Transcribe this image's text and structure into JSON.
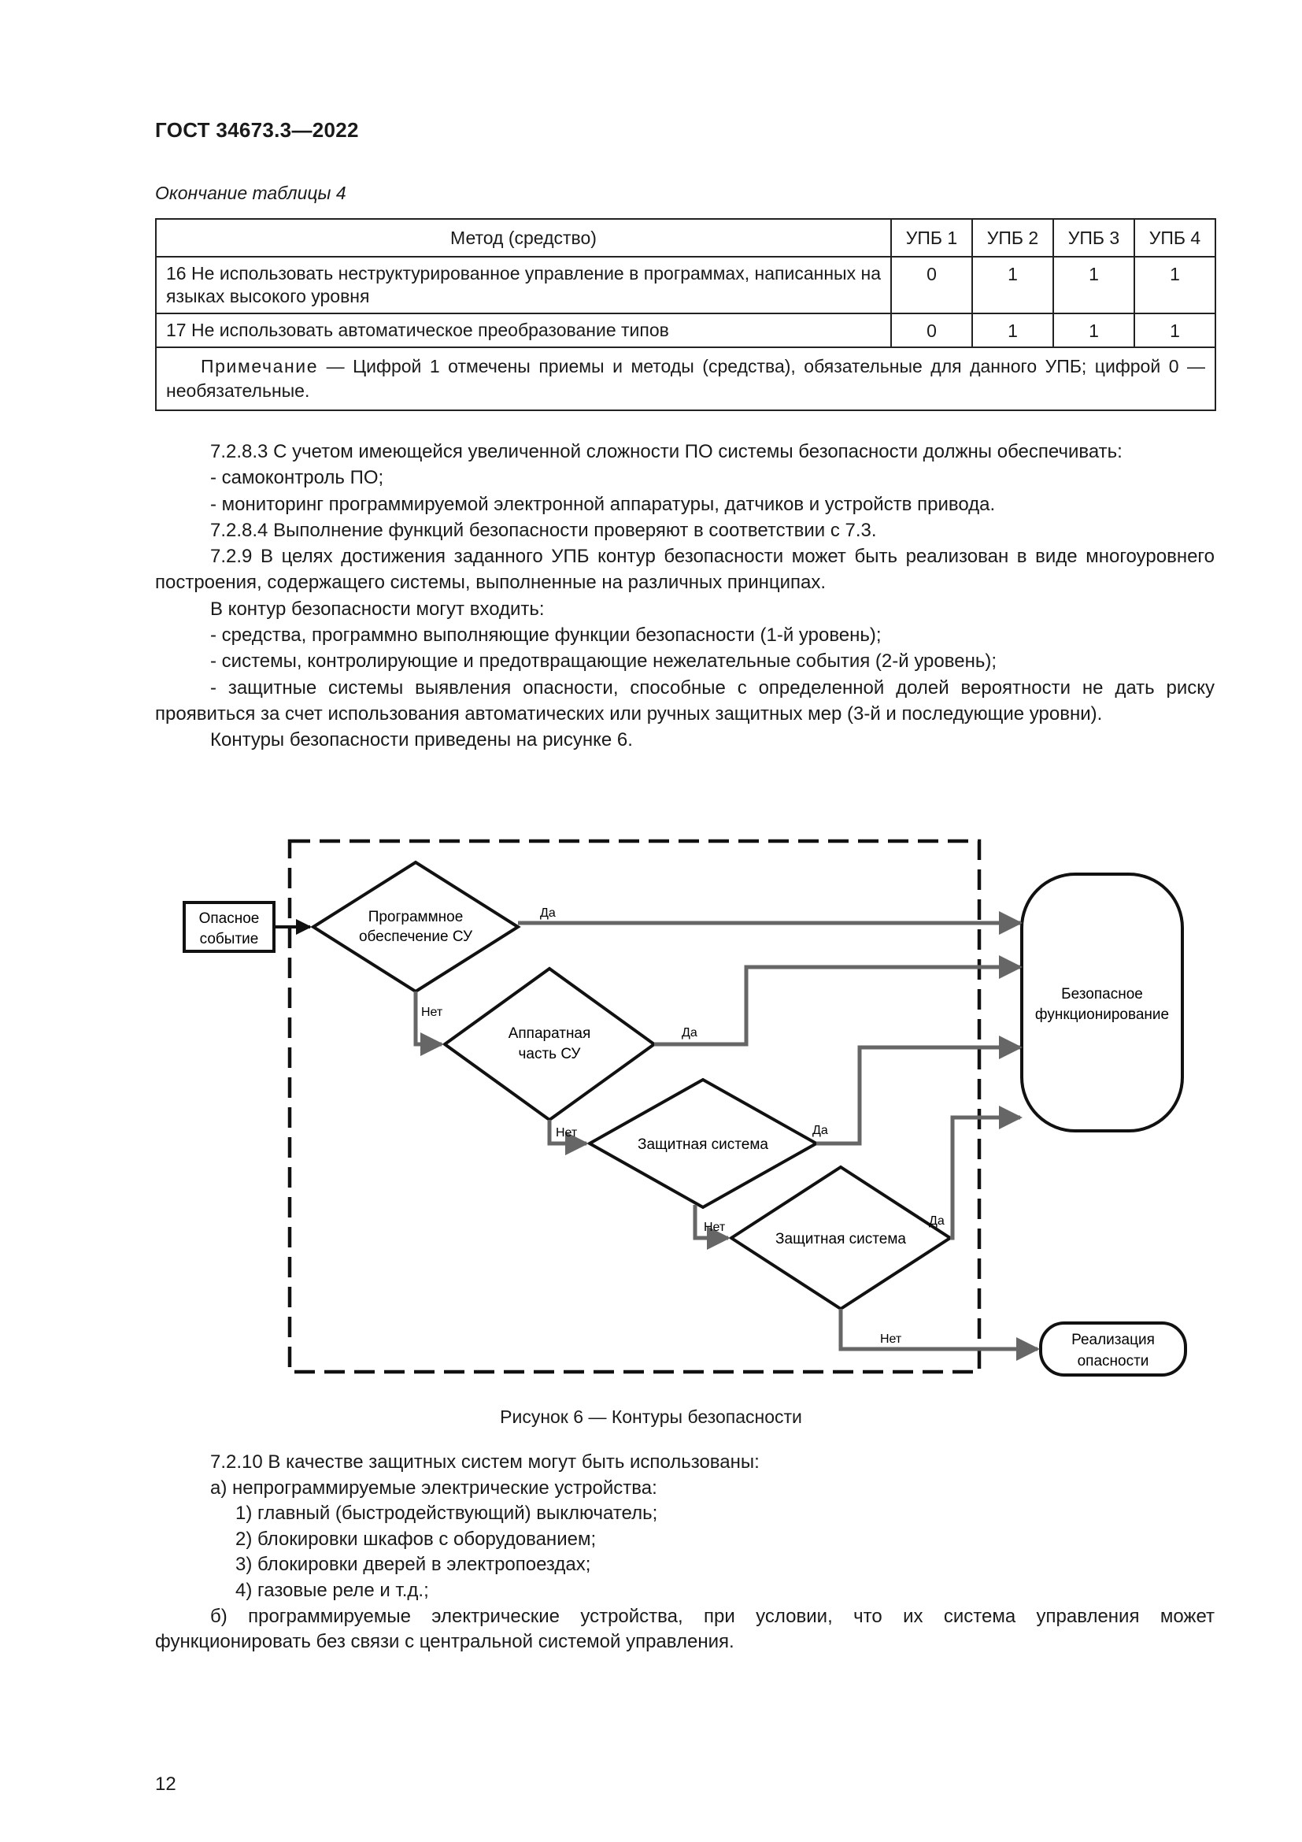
{
  "header": {
    "doc_id": "ГОСТ 34673.3—2022"
  },
  "table": {
    "caption": "Окончание таблицы 4",
    "headers": [
      "Метод (средство)",
      "УПБ 1",
      "УПБ 2",
      "УПБ 3",
      "УПБ 4"
    ],
    "rows": [
      {
        "method": "16 Не использовать неструктурированное управление в программах, написанных на языках высокого уровня",
        "values": [
          "0",
          "1",
          "1",
          "1"
        ]
      },
      {
        "method": "17 Не использовать автоматическое преобразование типов",
        "values": [
          "0",
          "1",
          "1",
          "1"
        ]
      }
    ],
    "note_label": "Примечание",
    "note_text": " — Цифрой 1 отмечены приемы и методы (средства), обязательные для данного УПБ; цифрой 0 — необязательные."
  },
  "body": {
    "p1": "7.2.8.3 С учетом имеющейся увеличенной сложности  ПО системы безопасности должны обеспечивать:",
    "p2": "- самоконтроль ПО;",
    "p3": "- мониторинг программируемой электронной аппаратуры, датчиков и устройств привода.",
    "p4": "7.2.8.4 Выполнение функций безопасности проверяют в соответствии с 7.3.",
    "p5": "7.2.9 В целях достижения заданного УПБ контур безопасности может быть реализован в виде многоуровнего построения, содержащего системы, выполненные на различных принципах.",
    "p6": "В контур безопасности могут входить:",
    "p7": "- средства, программно выполняющие функции безопасности (1-й уровень);",
    "p8": "- системы, контролирующие и предотвращающие нежелательные события (2-й уровень);",
    "p9": "- защитные системы выявления опасности, способные  с определенной долей вероятности не дать риску проявиться за счет использования автоматических или ручных защитных мер (3-й и последующие уровни).",
    "p10": "Контуры безопасности приведены на рисунке 6."
  },
  "figure": {
    "start_line1": "Опасное",
    "start_line2": "событие",
    "d1_line1": "Программное",
    "d1_line2": "обеспечение СУ",
    "d2_line1": "Аппаратная",
    "d2_line2": "часть СУ",
    "d3": "Защитная система",
    "d4": "Защитная система",
    "safe_line1": "Безопасное",
    "safe_line2": "функционирование",
    "danger_line1": "Реализация",
    "danger_line2": "опасности",
    "yes": "Да",
    "no": "Нет",
    "caption": "Рисунок 6 — Контуры безопасности",
    "colors": {
      "outline": "#111111",
      "arrow": "#666666"
    }
  },
  "after": {
    "p1": "7.2.10 В качестве защитных систем могут быть использованы:",
    "p2": "а) непрограммируемые электрические устройства:",
    "p3": "1) главный (быстродействующий) выключатель;",
    "p4": "2) блокировки шкафов с оборудованием;",
    "p5": "3) блокировки дверей в электропоездах;",
    "p6": "4) газовые реле и т.д.;",
    "p7": "б) программируемые электрические устройства, при условии, что их система управления может функционировать без связи с центральной системой управления."
  },
  "page_number": "12"
}
